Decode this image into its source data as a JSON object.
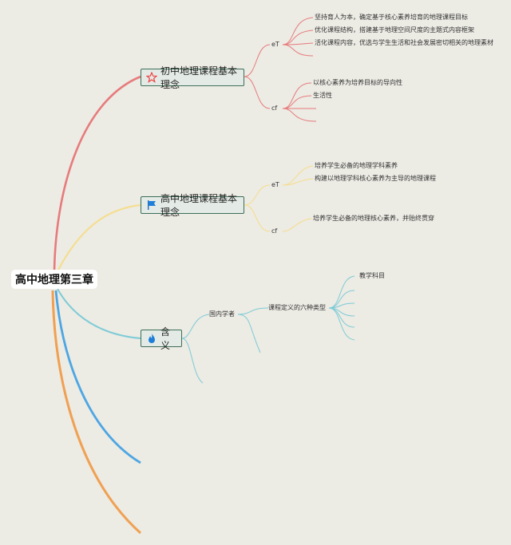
{
  "root": {
    "label": "高中地理第三章"
  },
  "branch1": {
    "label": "初中地理课程基本理念",
    "icon": "star-icon",
    "sub1": {
      "label": "eT",
      "items": [
        "坚持育人为本，确定基于核心素养培育的地理课程目标",
        "优化课程结构，搭建基于地理空间尺度的主题式内容框架",
        "活化课程内容，优选与学生生活和社会发展密切相关的地理素材"
      ]
    },
    "sub2": {
      "label": "cf",
      "items": [
        "以核心素养为培养目标的导向性",
        "生活性"
      ]
    }
  },
  "branch2": {
    "label": "高中地理课程基本理念",
    "icon": "flag-icon",
    "sub1": {
      "label": "eT",
      "items": [
        "培养学生必备的地理学科素养",
        "构建以地理学科核心素养为主导的地理课程"
      ]
    },
    "sub2": {
      "label": "cf",
      "items": [
        "培养学生必备的地理核心素养，并贻终贯穿"
      ]
    }
  },
  "branch3": {
    "label": "含义",
    "icon": "fire-icon",
    "sub1": {
      "label": "国内学者",
      "child": {
        "label": "课程定义的六种类型",
        "items": [
          "教学科目"
        ]
      }
    }
  },
  "colors": {
    "background": "#ecebe4",
    "red": "#e77b7c",
    "yellow": "#f6dd8a",
    "cyan": "#7dcbd6",
    "blue": "#4da6e3",
    "orange": "#f0a052",
    "node_border": "#3d6f58"
  }
}
